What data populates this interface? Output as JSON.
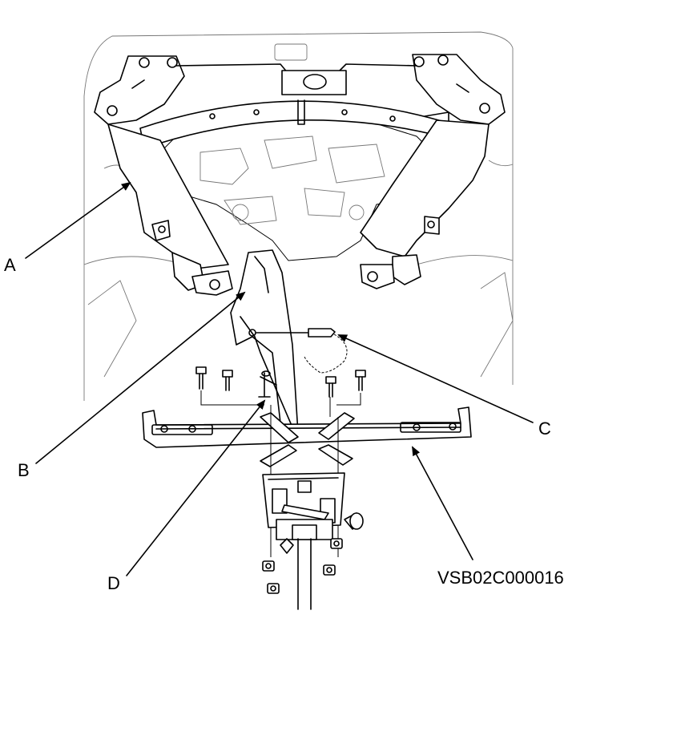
{
  "diagram": {
    "callouts": {
      "a": "A",
      "b": "B",
      "c": "C",
      "d": "D"
    },
    "figure_code": "VSB02C000016"
  }
}
